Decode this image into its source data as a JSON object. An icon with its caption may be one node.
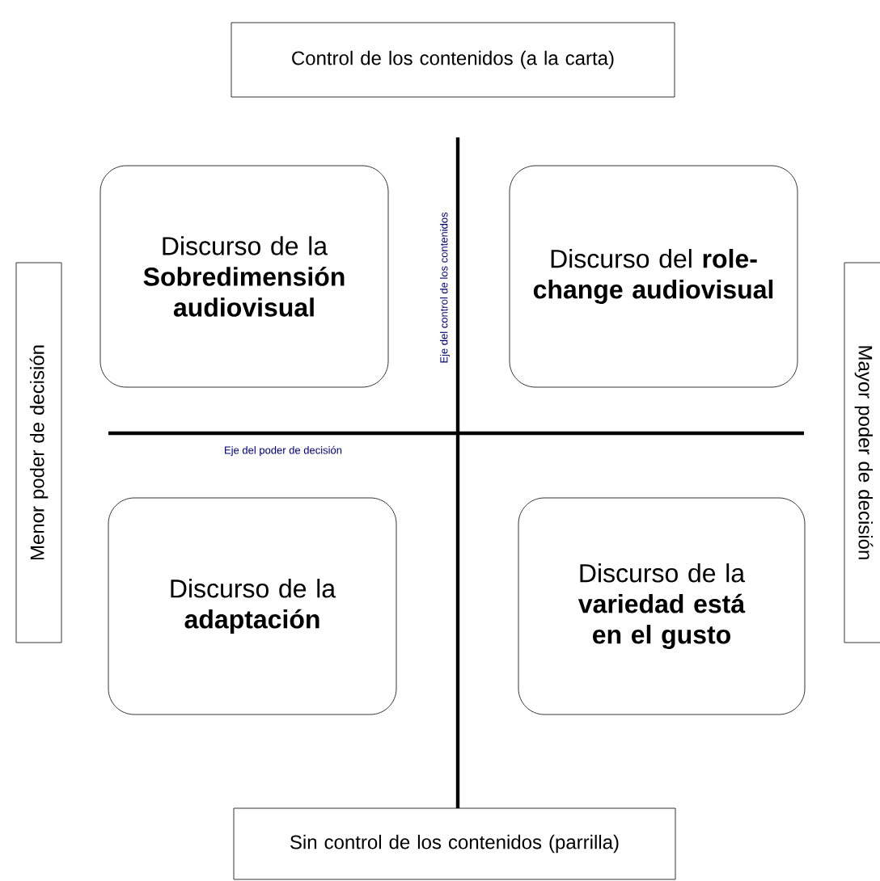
{
  "diagram": {
    "nodes": [
      {
        "text": [
          "Control de los contenidos (a la carta)"
        ]
      },
      {
        "text": [
          "Menor poder de decisión"
        ]
      },
      {
        "text": [
          "Mayor poder de decisión"
        ]
      },
      {
        "text": [
          "Sin control de los contenidos (parrilla)"
        ]
      },
      {
        "text": [
          "Discurso de la **Sobredimensión audiovisual**"
        ]
      },
      {
        "text": [
          "Discurso del **role-change audiovisual**"
        ]
      },
      {
        "text": [
          "Discurso de la **adaptación**"
        ]
      },
      {
        "text": [
          "Discurso de la **variedad está en el gusto**"
        ]
      }
    ],
    "labels": [
      "Eje del control de los contenidos",
      "Eje del poder de decisión"
    ]
  }
}
